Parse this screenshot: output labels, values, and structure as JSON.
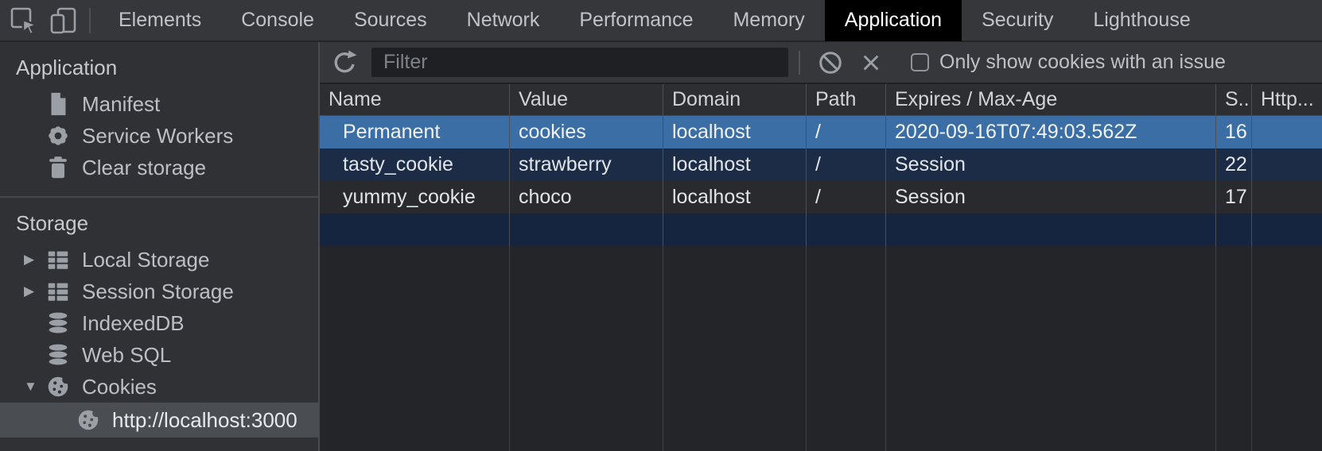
{
  "tabbar": {
    "tabs": [
      {
        "label": "Elements",
        "active": false
      },
      {
        "label": "Console",
        "active": false
      },
      {
        "label": "Sources",
        "active": false
      },
      {
        "label": "Network",
        "active": false
      },
      {
        "label": "Performance",
        "active": false
      },
      {
        "label": "Memory",
        "active": false
      },
      {
        "label": "Application",
        "active": true
      },
      {
        "label": "Security",
        "active": false
      },
      {
        "label": "Lighthouse",
        "active": false
      }
    ]
  },
  "sidebar": {
    "sections": [
      {
        "title": "Application",
        "items": [
          {
            "label": "Manifest",
            "icon": "document-icon"
          },
          {
            "label": "Service Workers",
            "icon": "gear-icon"
          },
          {
            "label": "Clear storage",
            "icon": "trash-icon"
          }
        ]
      },
      {
        "title": "Storage",
        "items": [
          {
            "label": "Local Storage",
            "icon": "table-icon",
            "expander": "collapsed"
          },
          {
            "label": "Session Storage",
            "icon": "table-icon",
            "expander": "collapsed"
          },
          {
            "label": "IndexedDB",
            "icon": "database-icon"
          },
          {
            "label": "Web SQL",
            "icon": "database-icon"
          },
          {
            "label": "Cookies",
            "icon": "cookie-icon",
            "expander": "expanded"
          },
          {
            "label": "http://localhost:3000",
            "icon": "cookie-icon",
            "selected": true
          }
        ]
      }
    ],
    "expander_collapsed_glyph": "▶",
    "expander_expanded_glyph": "▼"
  },
  "cookies_toolbar": {
    "filter_placeholder": "Filter",
    "filter_value": "",
    "issue_checkbox_label": "Only show cookies with an issue",
    "issue_checkbox_checked": false
  },
  "cookies_table": {
    "columns": [
      "Name",
      "Value",
      "Domain",
      "Path",
      "Expires / Max-Age",
      "S..",
      "Http..."
    ],
    "rows": [
      {
        "name": "Permanent",
        "value": "cookies",
        "domain": "localhost",
        "path": "/",
        "expires": "2020-09-16T07:49:03.562Z",
        "size": "16",
        "http_only": "",
        "selected": true
      },
      {
        "name": "tasty_cookie",
        "value": "strawberry",
        "domain": "localhost",
        "path": "/",
        "expires": "Session",
        "size": "22",
        "http_only": "",
        "selected": false
      },
      {
        "name": "yummy_cookie",
        "value": "choco",
        "domain": "localhost",
        "path": "/",
        "expires": "Session",
        "size": "17",
        "http_only": "",
        "selected": false
      }
    ]
  },
  "colors": {
    "selected_row_blue": "#3b6ea5",
    "stripe_navy": "#1c2b46",
    "active_tab_bg": "#000000",
    "active_tab_text": "#ffffff",
    "sidebar_selected_bg": "#4a4d51"
  }
}
